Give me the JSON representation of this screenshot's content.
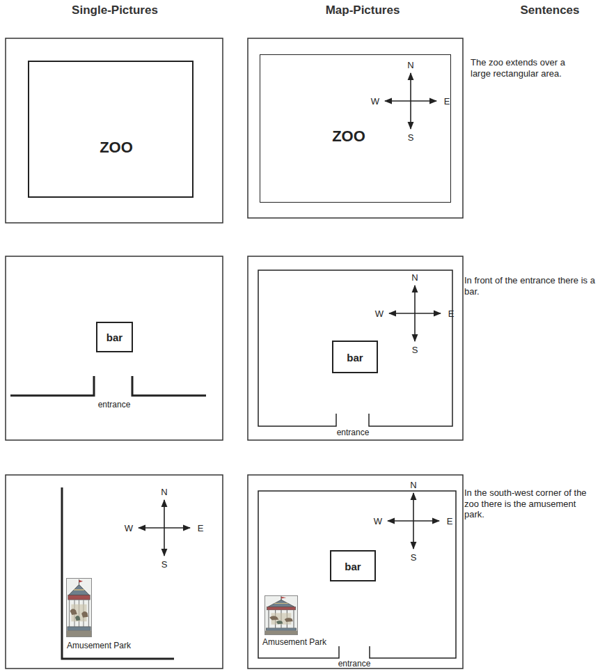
{
  "diagram": {
    "nodes": [
      {
        "text": [
          "ZOO"
        ]
      },
      {
        "text": [
          "ZOO"
        ]
      },
      {
        "text": [
          "bar"
        ]
      },
      {
        "text": [
          "bar"
        ]
      },
      {
        "text": [
          "bar"
        ]
      },
      {
        "text": [
          "Amusement Park"
        ]
      },
      {
        "text": [
          "Amusement Park"
        ]
      }
    ],
    "labels": [
      "Single-Pictures",
      "Map-Pictures",
      "Sentences",
      "N",
      "W",
      "E",
      "S",
      "The zoo extends over a large rectangular area.",
      "N",
      "W",
      "E",
      "S",
      "entrance",
      "entrance",
      "In front of the entrance there is a bar.",
      "N",
      "W",
      "E",
      "S",
      "N",
      "W",
      "E",
      "S",
      "entrance",
      "In the south-west corner of the zoo there is the amusement park."
    ]
  }
}
